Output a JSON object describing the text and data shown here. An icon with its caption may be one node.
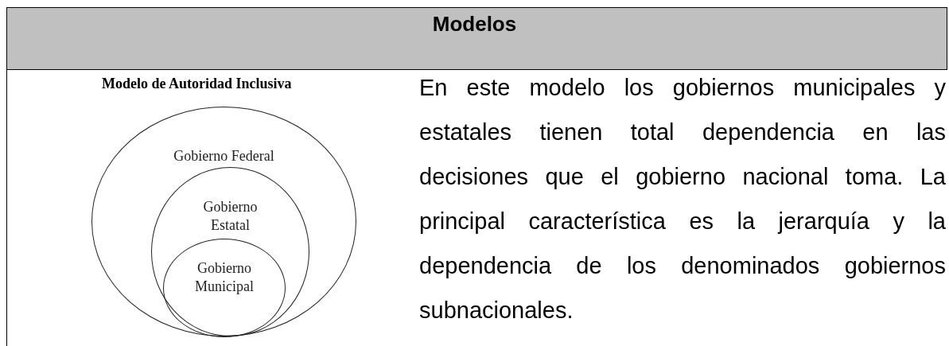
{
  "diagram": {
    "nodes": [
      {
        "text": [
          "Gobierno Federal"
        ]
      },
      {
        "text": [
          "Gobierno Estatal"
        ],
        "in": 0
      },
      {
        "text": [
          "Gobierno Municipal"
        ],
        "in": 1
      }
    ],
    "labels": [
      "Modelos",
      "Modelo de Autoridad Inclusiva",
      "En este modelo los gobiernos municipales y estatales tienen total dependencia en las decisiones que el gobierno nacional toma. La principal característica es la jerarquía y la dependencia de los denominados gobiernos subnacionales."
    ]
  }
}
